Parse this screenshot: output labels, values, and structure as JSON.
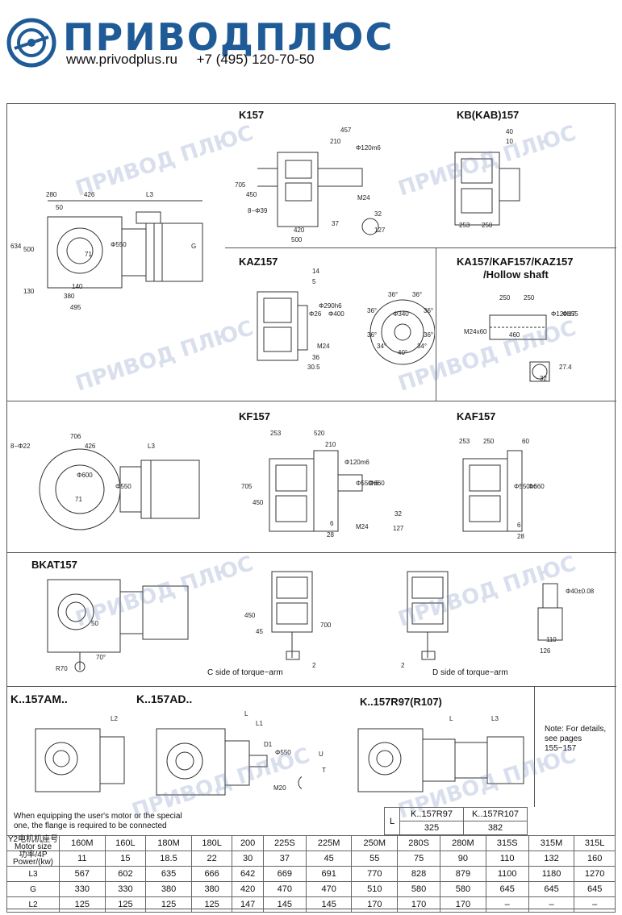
{
  "header": {
    "brand": "ПРИВОДПЛЮС",
    "website": "www.privodplus.ru",
    "phone": "+7 (495) 120-70-50"
  },
  "watermark": "ПРИВОД ПЛЮС",
  "sections": {
    "k157": "K157",
    "kb157": "KB(KAB)157",
    "kaz157": "KAZ157",
    "ka157_l1": "KA157/KAF157/KAZ157",
    "ka157_l2": "/Hollow shaft",
    "kf157": "KF157",
    "kaf157": "KAF157",
    "bkat157": "BKAT157",
    "k157am": "K..157AM..",
    "k157ad": "K..157AD..",
    "k157r97": "K..157R97(R107)"
  },
  "captions": {
    "c_side": "C side of torque−arm",
    "d_side": "D side of torque−arm"
  },
  "notes": {
    "details_l1": "Note: For details,",
    "details_l2": "see pages",
    "details_l3": "155−157",
    "flange_l1": "When equipping the user's motor or the special",
    "flange_l2": "one, the flange is required to be connected"
  },
  "dims": {
    "main_top": [
      "280",
      "426",
      "L3"
    ],
    "main_50": "50",
    "main_left": [
      "634",
      "500",
      "130"
    ],
    "main_bottom": [
      "140",
      "380",
      "495"
    ],
    "main_phi": "Φ550",
    "main_71": "71",
    "main_g": "G",
    "k157_top": [
      "457",
      "210"
    ],
    "k157_shaft": "Φ120m6",
    "k157_left": [
      "705",
      "450",
      "8−Φ39"
    ],
    "k157_bottom": [
      "420",
      "500",
      "37"
    ],
    "k157_m24": "M24",
    "k157_key": [
      "32",
      "127"
    ],
    "kb_top": [
      "40",
      "10"
    ],
    "kb_bottom": [
      "253",
      "250"
    ],
    "kaz_top": [
      "14",
      "5"
    ],
    "kaz_mid": [
      "Φ26",
      "Φ290h6",
      "Φ400"
    ],
    "kaz_bottom": [
      "36",
      "30.5"
    ],
    "kaz_m24": "M24",
    "kaz_angles": [
      "36°",
      "36°",
      "36°",
      "36°",
      "36°",
      "34°",
      "40°",
      "34°",
      "36°"
    ],
    "kaz_phi": "Φ340",
    "ka_top": [
      "250",
      "250"
    ],
    "ka_m24": "M24x60",
    "ka_460": "460",
    "ka_phi": [
      "Φ120H7",
      "Φ155"
    ],
    "ka_key": [
      "27.4",
      "32"
    ],
    "kf_main": [
      "706",
      "426",
      "L3"
    ],
    "kf_main_phi": [
      "8−Φ22",
      "Φ600",
      "Φ550"
    ],
    "kf_main_71": "71",
    "kf_top": [
      "253",
      "520",
      "210"
    ],
    "kf_phi": [
      "Φ120m6",
      "Φ550h6",
      "Φ660"
    ],
    "kf_left": [
      "705",
      "450"
    ],
    "kf_bottom": [
      "6",
      "28"
    ],
    "kf_m24": "M24",
    "kf_key": [
      "32",
      "127"
    ],
    "kaf_top": [
      "253",
      "250",
      "60"
    ],
    "kaf_phi": [
      "Φ550h6",
      "Φ660"
    ],
    "kaf_bottom": [
      "6",
      "28"
    ],
    "bkat": [
      "50",
      "R70",
      "70°"
    ],
    "bkat_c": [
      "450",
      "45",
      "700",
      "2"
    ],
    "bkat_d": "2",
    "bkat_shaft": [
      "Φ40±0.08",
      "110",
      "126"
    ],
    "am_l2": "L2",
    "ad": [
      "L",
      "L1",
      "D1",
      "Φ550",
      "U",
      "T",
      "M20"
    ],
    "r97": [
      "L",
      "L3"
    ]
  },
  "l_table": {
    "label": "L",
    "headers": [
      "K..157R97",
      "K..157R107"
    ],
    "values": [
      "325",
      "382"
    ]
  },
  "spec_table": {
    "header_label_l1": "Y2电机机座号",
    "header_label_l2": "Motor size",
    "motor_sizes": [
      "160M",
      "160L",
      "180M",
      "180L",
      "200",
      "225S",
      "225M",
      "250M",
      "280S",
      "280M",
      "315S",
      "315M",
      "315L"
    ],
    "rows": [
      {
        "label_l1": "功率/4P",
        "label_l2": "Power/(kw)",
        "values": [
          "11",
          "15",
          "18.5",
          "22",
          "30",
          "37",
          "45",
          "55",
          "75",
          "90",
          "110",
          "132",
          "160"
        ]
      },
      {
        "label_l1": "L3",
        "label_l2": "",
        "values": [
          "567",
          "602",
          "635",
          "666",
          "642",
          "669",
          "691",
          "770",
          "828",
          "879",
          "1100",
          "1180",
          "1270"
        ]
      },
      {
        "label_l1": "G",
        "label_l2": "",
        "values": [
          "330",
          "330",
          "380",
          "380",
          "420",
          "470",
          "470",
          "510",
          "580",
          "580",
          "645",
          "645",
          "645"
        ]
      },
      {
        "label_l1": "L2",
        "label_l2": "",
        "values": [
          "125",
          "125",
          "125",
          "125",
          "147",
          "145",
          "145",
          "170",
          "170",
          "170",
          "–",
          "–",
          "–"
        ]
      }
    ]
  },
  "colors": {
    "brand": "#1f5b96",
    "watermark": "#8c9cc8",
    "line": "#555555"
  }
}
